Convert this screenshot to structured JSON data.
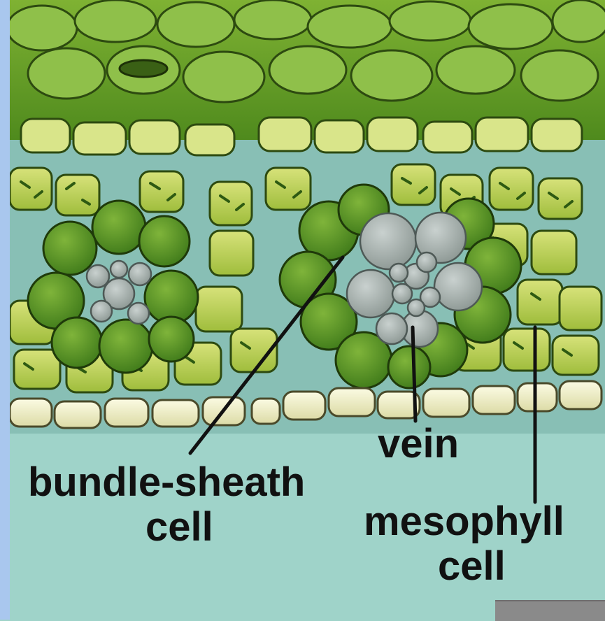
{
  "diagram": {
    "labels": {
      "bundle_sheath_line1": "bundle-sheath",
      "bundle_sheath_line2": "cell",
      "vein": "vein",
      "mesophyll_line1": "mesophyll",
      "mesophyll_line2": "cell"
    },
    "colors": {
      "background": "#9fd3c9",
      "epidermis": "#5f9a23",
      "mesophyll": "#b9cf52",
      "bundle_sheath": "#4f8a22",
      "vein": "#9fa9a6",
      "lower_epidermis": "#f3f2c9",
      "pointer": "#111111"
    }
  }
}
